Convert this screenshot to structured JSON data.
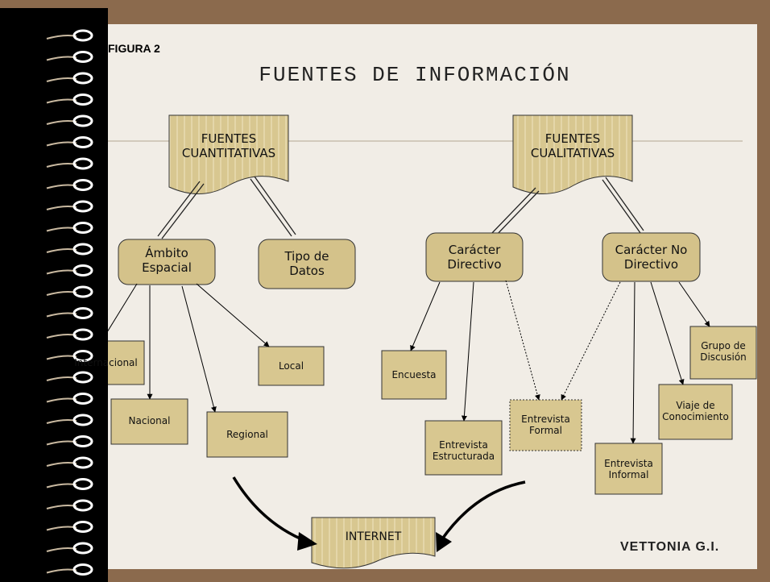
{
  "figure_label": "FIGURA 2",
  "title": "FUENTES DE INFORMACIÓN",
  "footer": "VETTONIA G.I.",
  "nodes": {
    "quant": {
      "line1": "FUENTES",
      "line2": "CUANTITATIVAS"
    },
    "qual": {
      "line1": "FUENTES",
      "line2": "CUALITATIVAS"
    },
    "ambito": {
      "line1": "Ámbito",
      "line2": "Espacial"
    },
    "tipo": {
      "line1": "Tipo de",
      "line2": "Datos"
    },
    "directivo": {
      "line1": "Carácter",
      "line2": "Directivo"
    },
    "nodirectivo": {
      "line1": "Carácter No",
      "line2": "Directivo"
    },
    "internacional": "Internacional",
    "nacional": "Nacional",
    "regional": "Regional",
    "local": "Local",
    "encuesta": "Encuesta",
    "estructurada": {
      "line1": "Entrevista",
      "line2": "Estructurada"
    },
    "formal": {
      "line1": "Entrevista",
      "line2": "Formal"
    },
    "informal": {
      "line1": "Entrevista",
      "line2": "Informal"
    },
    "viaje": {
      "line1": "Viaje de",
      "line2": "Conocimiento"
    },
    "grupo": {
      "line1": "Grupo de",
      "line2": "Discusión"
    },
    "internet": "INTERNET"
  },
  "colors": {
    "box_fill": "#d8c790",
    "rounded_fill": "#d4c28a",
    "frame": "#8b6a4d",
    "slide": "#f1ede6"
  }
}
